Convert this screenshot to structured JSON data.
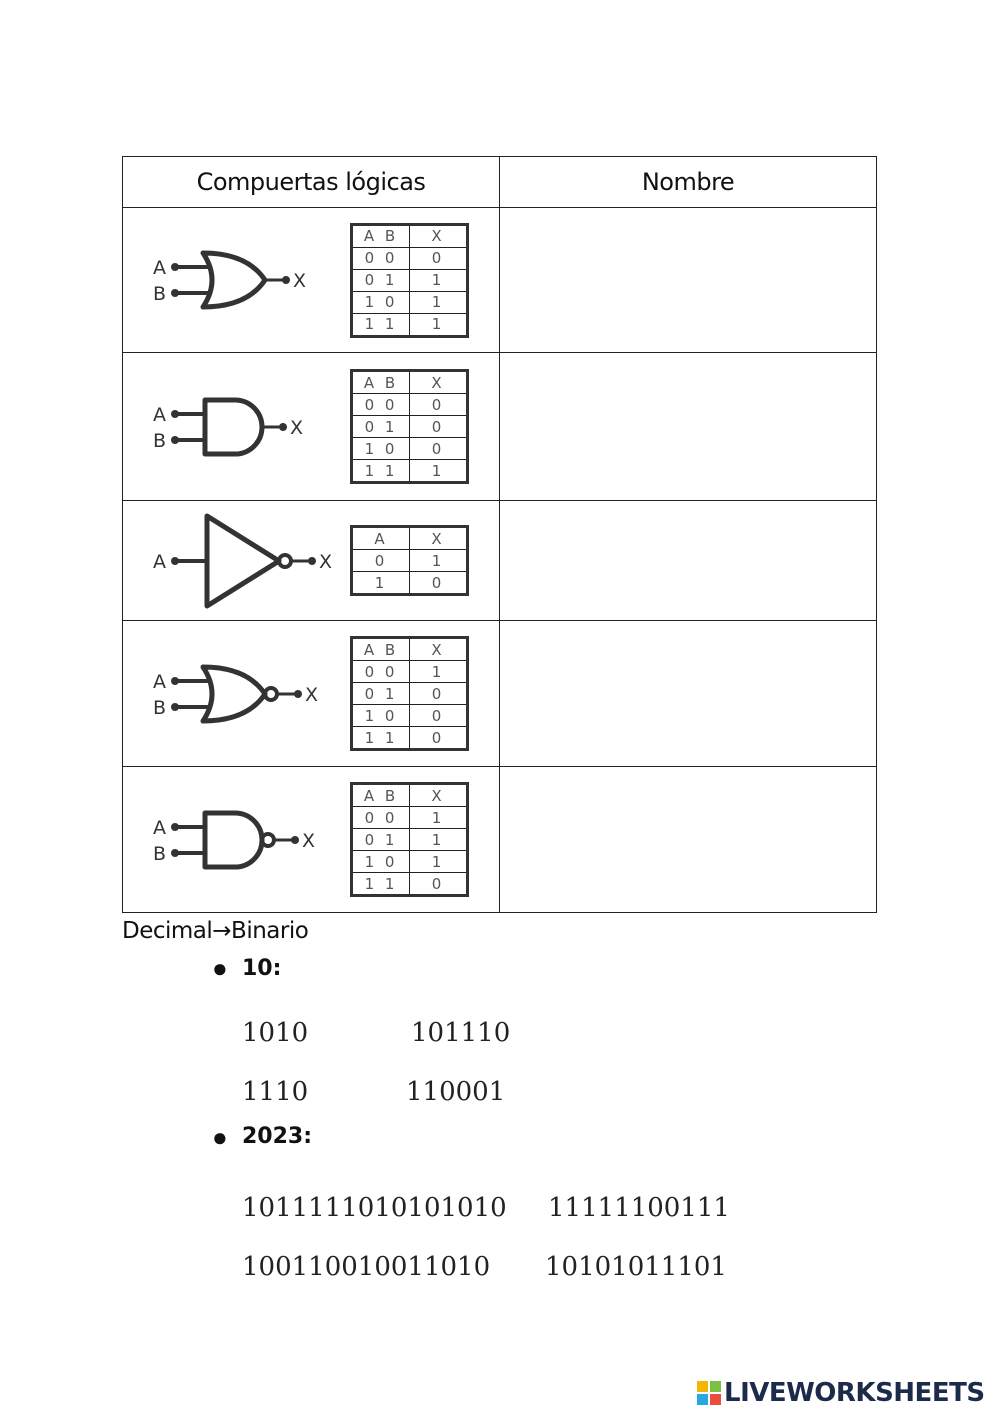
{
  "table": {
    "header_gates": "Compuertas lógicas",
    "header_name": "Nombre",
    "rows": [
      {
        "gate": "OR",
        "input_a": "A",
        "input_b": "B",
        "output": "X",
        "tt_header": [
          "A B",
          "X"
        ],
        "tt_rows": [
          [
            "0 0",
            "0"
          ],
          [
            "0 1",
            "1"
          ],
          [
            "1 0",
            "1"
          ],
          [
            "1 1",
            "1"
          ]
        ]
      },
      {
        "gate": "AND",
        "input_a": "A",
        "input_b": "B",
        "output": "X",
        "tt_header": [
          "A B",
          "X"
        ],
        "tt_rows": [
          [
            "0 0",
            "0"
          ],
          [
            "0 1",
            "0"
          ],
          [
            "1 0",
            "0"
          ],
          [
            "1 1",
            "1"
          ]
        ]
      },
      {
        "gate": "NOT",
        "input_a": "A",
        "output": "X",
        "tt_header": [
          "A",
          "X"
        ],
        "tt_rows": [
          [
            "0",
            "1"
          ],
          [
            "1",
            "0"
          ]
        ]
      },
      {
        "gate": "NOR",
        "input_a": "A",
        "input_b": "B",
        "output": "X",
        "tt_header": [
          "A B",
          "X"
        ],
        "tt_rows": [
          [
            "0 0",
            "1"
          ],
          [
            "0 1",
            "0"
          ],
          [
            "1 0",
            "0"
          ],
          [
            "1 1",
            "0"
          ]
        ]
      },
      {
        "gate": "NAND",
        "input_a": "A",
        "input_b": "B",
        "output": "X",
        "tt_header": [
          "A B",
          "X"
        ],
        "tt_rows": [
          [
            "0 0",
            "1"
          ],
          [
            "0 1",
            "1"
          ],
          [
            "1 0",
            "1"
          ],
          [
            "1 1",
            "0"
          ]
        ]
      }
    ]
  },
  "section_title": "Decimal→Binario",
  "questions": [
    {
      "label": "10:",
      "options": [
        "1010",
        "101110",
        "1110",
        "110001"
      ]
    },
    {
      "label": "2023:",
      "options": [
        "1011111010101010",
        "11111100111",
        "100110010011010",
        "10101011101"
      ]
    }
  ],
  "watermark": {
    "text": "LIVEWORKSHEETS",
    "colors": [
      "#f2b705",
      "#7cc242",
      "#29a8e0",
      "#e94e3c"
    ]
  }
}
